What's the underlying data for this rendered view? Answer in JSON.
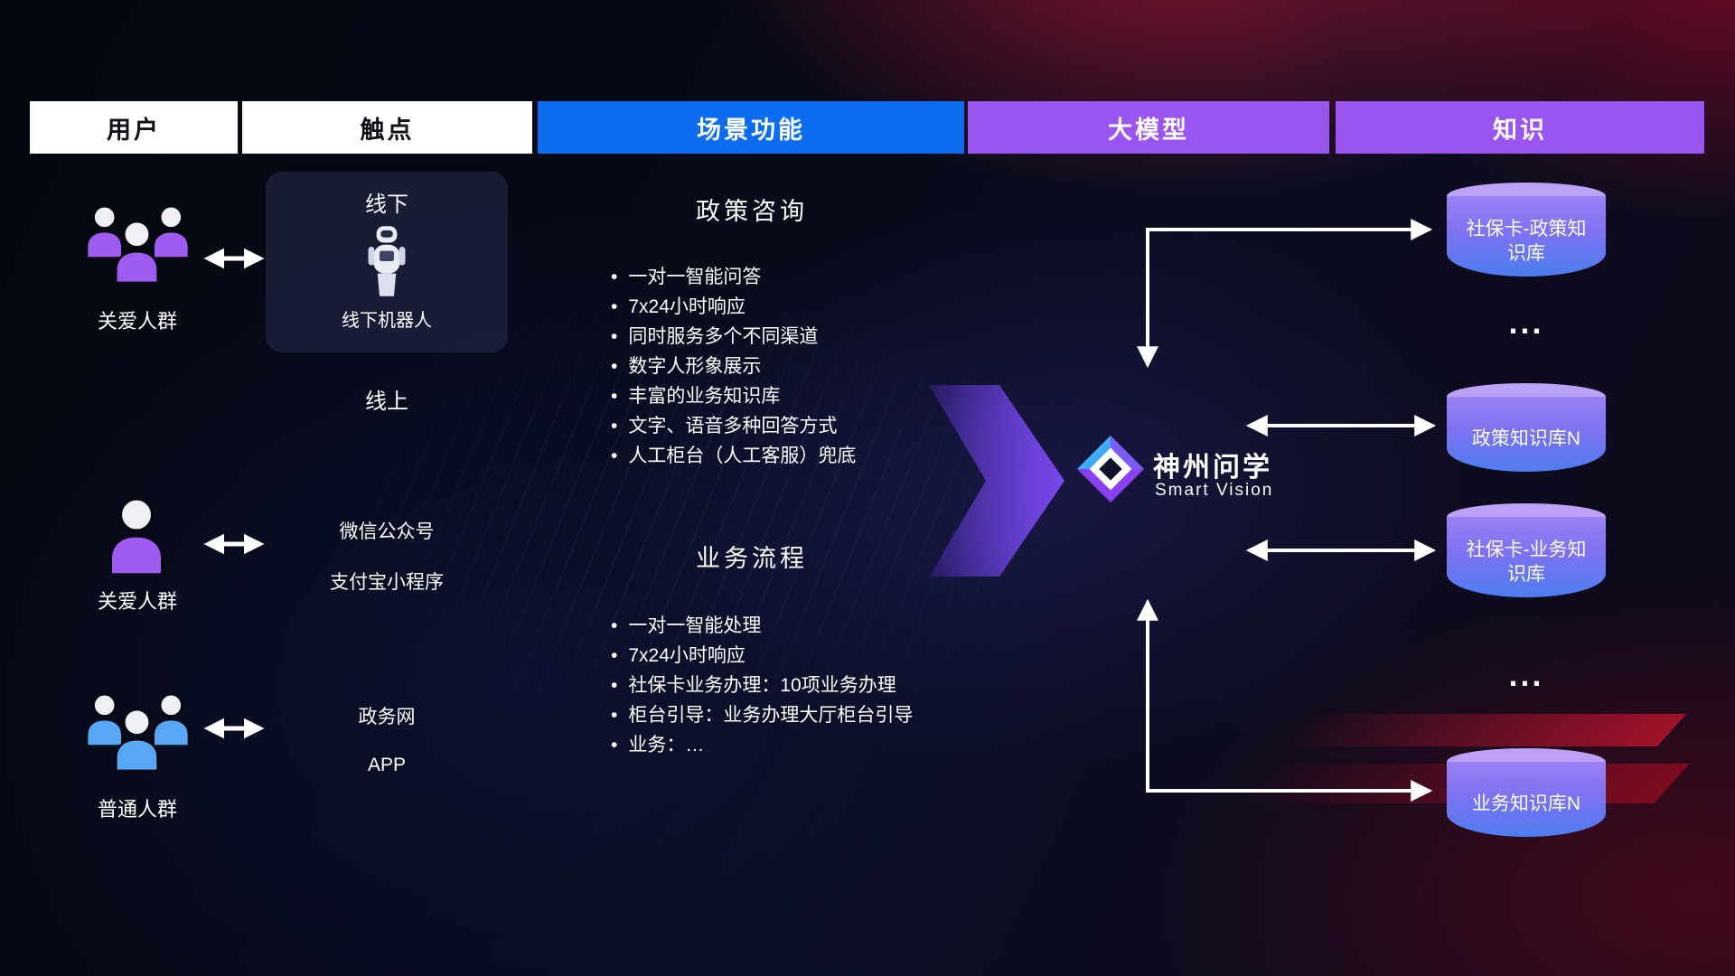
{
  "header": {
    "columns": [
      {
        "label": "用户",
        "variant": "white"
      },
      {
        "label": "触点",
        "variant": "white"
      },
      {
        "label": "场景功能",
        "variant": "blue"
      },
      {
        "label": "大模型",
        "variant": "purple"
      },
      {
        "label": "知识",
        "variant": "purple"
      }
    ]
  },
  "users": [
    {
      "label": "关爱人群",
      "icon": "user-group",
      "color": "#a05cf0"
    },
    {
      "label": "关爱人群",
      "icon": "user-single",
      "color": "#a05cf0"
    },
    {
      "label": "普通人群",
      "icon": "user-group",
      "color": "#58a7f6"
    }
  ],
  "touchpoints": {
    "offline": {
      "title": "线下",
      "robot_label": "线下机器人"
    },
    "online_label": "线上",
    "online_items": [
      "微信公众号",
      "支付宝小程序"
    ],
    "gov_items": [
      "政务网",
      "APP"
    ]
  },
  "scenarios": [
    {
      "title": "政策咨询",
      "bullets": [
        "一对一智能问答",
        "7x24小时响应",
        "同时服务多个不同渠道",
        "数字人形象展示",
        "丰富的业务知识库",
        "文字、语音多种回答方式",
        "人工柜台（人工客服）兜底"
      ]
    },
    {
      "title": "业务流程",
      "bullets": [
        "一对一智能处理",
        "7x24小时响应",
        "社保卡业务办理：10项业务办理",
        "柜台引导：业务办理大厅柜台引导",
        "业务：…"
      ]
    }
  ],
  "model": {
    "name": "神州问学",
    "subtitle": "Smart Vision"
  },
  "knowledge": {
    "items": [
      {
        "kind": "db",
        "label": "社保卡-政策知识库"
      },
      {
        "kind": "ellipsis",
        "label": "..."
      },
      {
        "kind": "db",
        "label": "政策知识库N"
      },
      {
        "kind": "db",
        "label": "社保卡-业务知识库"
      },
      {
        "kind": "ellipsis",
        "label": "..."
      },
      {
        "kind": "db",
        "label": "业务知识库N"
      }
    ]
  },
  "colors": {
    "header_blue": "#0b6cf0",
    "header_purple": "#9a55f0",
    "user_purple": "#a05cf0",
    "user_blue": "#58a7f6",
    "db_top": "#bba2f8",
    "db_gradient_top": "#9a80f5",
    "db_gradient_bottom": "#4d7df0",
    "flow_arrow": "#7b4ff0",
    "connector": "#ffffff"
  }
}
